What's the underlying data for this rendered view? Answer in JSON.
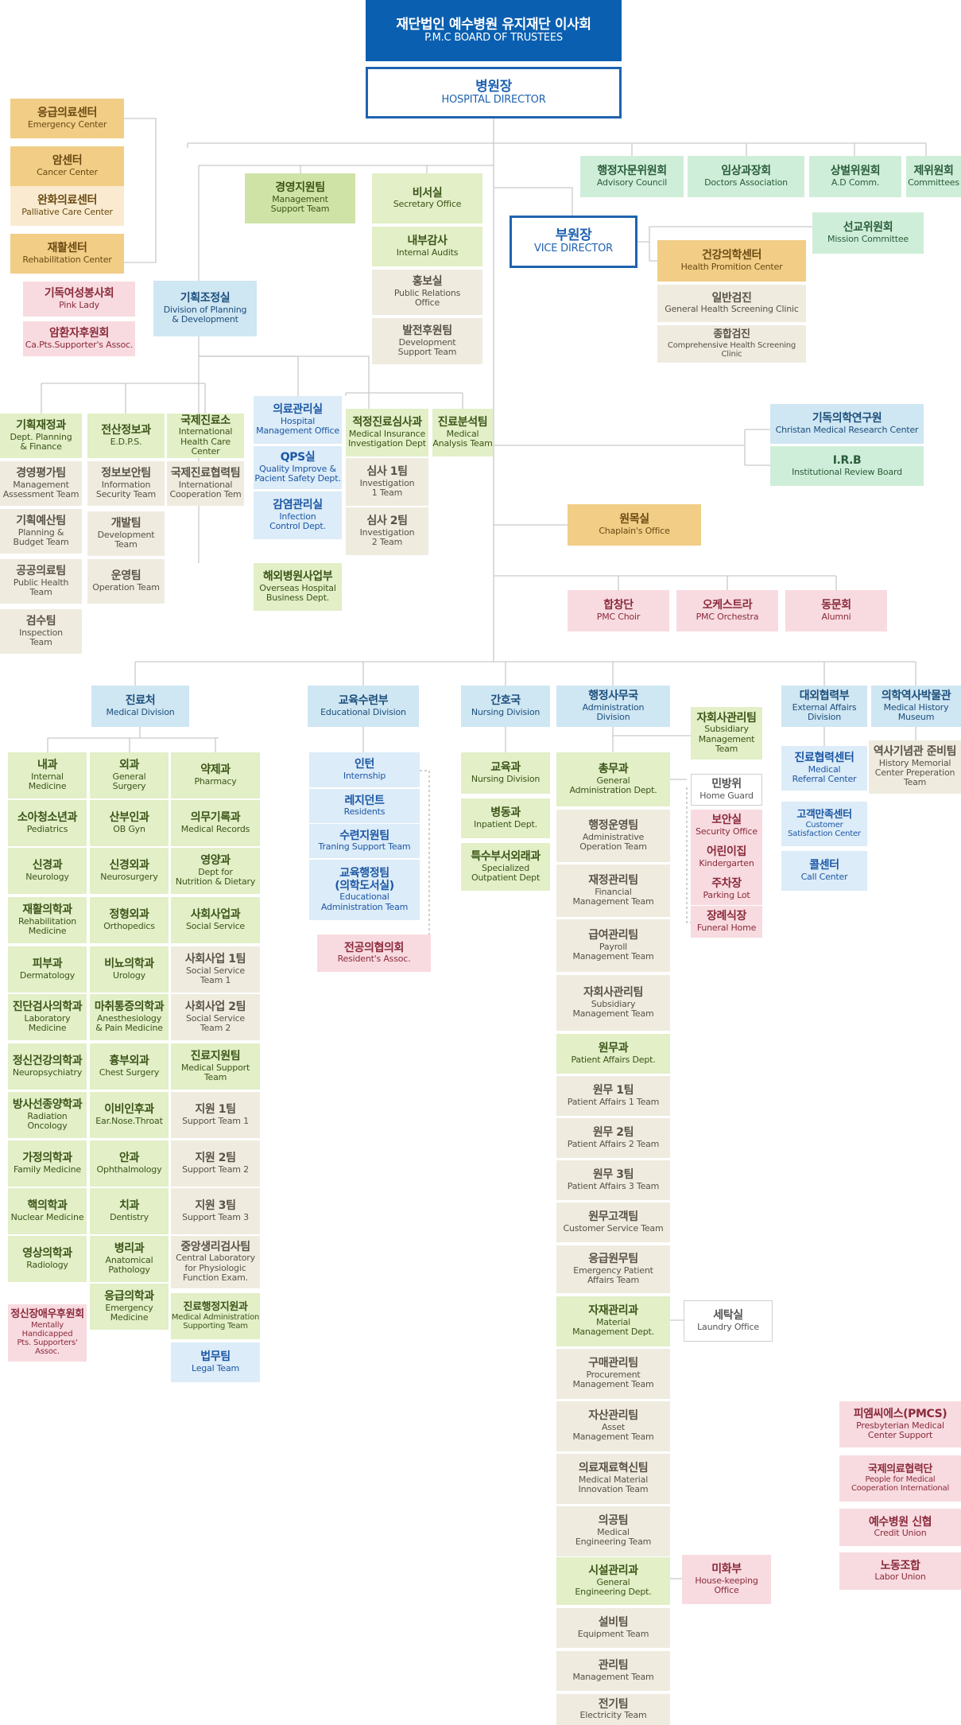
{
  "nodes": [
    {
      "id": "board",
      "ko": "재단법인 예수병원 유지재단 이사회",
      "en": "P.M.C BOARD OF TRUSTEES",
      "c": "top",
      "v": "big"
    },
    {
      "id": "director",
      "ko": "병원장",
      "en": "HOSPITAL DIRECTOR",
      "c": "dir",
      "v": "big"
    },
    {
      "id": "emergency",
      "ko": "응급의료센터",
      "en": "Emergency Center",
      "c": "or"
    },
    {
      "id": "cancer",
      "ko": "암센터",
      "en": "Cancer Center",
      "c": "or"
    },
    {
      "id": "palliative",
      "ko": "완화의료센터",
      "en": "Palliative Care Center",
      "c": "orl"
    },
    {
      "id": "rehab_center",
      "ko": "재활센터",
      "en": "Rehabilitation Center",
      "c": "or"
    },
    {
      "id": "pink_lady",
      "ko": "기독여성봉사회",
      "en": "Pink Lady",
      "c": "pink"
    },
    {
      "id": "ca_pts",
      "ko": "암환자후원회",
      "en": "Ca.Pts.Supporter's Assoc.",
      "c": "pink"
    },
    {
      "id": "mgmt_support",
      "ko": "경영지원팀",
      "en": "Management\nSupport Team",
      "c": "lgr"
    },
    {
      "id": "secretary",
      "ko": "비서실",
      "en": "Secretary Office",
      "c": "gr"
    },
    {
      "id": "internal_audit",
      "ko": "내부감사",
      "en": "Internal Audits",
      "c": "gr"
    },
    {
      "id": "pr",
      "ko": "홍보실",
      "en": "Public Relations\nOffice",
      "c": "beige"
    },
    {
      "id": "dev_support",
      "ko": "발전후원팀",
      "en": "Development\nSupport Team",
      "c": "beige"
    },
    {
      "id": "advisory",
      "ko": "행정자문위원회",
      "en": "Advisory Council",
      "c": "grn"
    },
    {
      "id": "doctors_assoc",
      "ko": "임상과장회",
      "en": "Doctors Association",
      "c": "grn"
    },
    {
      "id": "ad_comm",
      "ko": "상벌위원회",
      "en": "A.D Comm.",
      "c": "grn"
    },
    {
      "id": "committees",
      "ko": "제위원회",
      "en": "Committees",
      "c": "grn"
    },
    {
      "id": "vice_director",
      "ko": "부원장",
      "en": "VICE DIRECTOR",
      "c": "dir",
      "v": "big"
    },
    {
      "id": "mission_comm",
      "ko": "선교위원회",
      "en": "Mission Committee",
      "c": "grn"
    },
    {
      "id": "health_promo",
      "ko": "건강의학센터",
      "en": "Health Promition Center",
      "c": "or"
    },
    {
      "id": "general_screening",
      "ko": "일반검진",
      "en": "General Health Screening Clinic",
      "c": "beige"
    },
    {
      "id": "comp_screening",
      "ko": "종합검진",
      "en": "Comprehensive Health Screening Clinic",
      "c": "beige",
      "v": "small"
    },
    {
      "id": "planning_div",
      "ko": "기획조정실",
      "en": "Division of Planning\n& Development",
      "c": "blue"
    },
    {
      "id": "dept_planning",
      "ko": "기획재정과",
      "en": "Dept. Planning\n& Finance",
      "c": "gr"
    },
    {
      "id": "mgmt_assess",
      "ko": "경영평가팀",
      "en": "Management\nAssessment Team",
      "c": "beige"
    },
    {
      "id": "planning_budget",
      "ko": "기획예산팀",
      "en": "Planning &\nBudget Team",
      "c": "beige"
    },
    {
      "id": "public_health",
      "ko": "공공의료팀",
      "en": "Public Health\nTeam",
      "c": "beige"
    },
    {
      "id": "inspection",
      "ko": "검수팀",
      "en": "Inspection\nTeam",
      "c": "beige"
    },
    {
      "id": "edps",
      "ko": "전산정보과",
      "en": "E.D.P.S.",
      "c": "gr"
    },
    {
      "id": "info_security",
      "ko": "정보보안팀",
      "en": "Information\nSecurity Team",
      "c": "beige"
    },
    {
      "id": "dev_team",
      "ko": "개발팀",
      "en": "Development\nTeam",
      "c": "beige"
    },
    {
      "id": "operation_team",
      "ko": "운영팀",
      "en": "Operation Team",
      "c": "beige"
    },
    {
      "id": "intl_hc",
      "ko": "국제진료소",
      "en": "International\nHealth Care Center",
      "c": "gr"
    },
    {
      "id": "intl_coop_team",
      "ko": "국제진료협력팀",
      "en": "International\nCooperation Tem",
      "c": "beige"
    },
    {
      "id": "hospital_mgmt",
      "ko": "의료관리실",
      "en": "Hospital\nManagement Office",
      "c": "blb"
    },
    {
      "id": "qps",
      "ko": "QPS실",
      "en": "Quality Improve &\nPacient Safety Dept.",
      "c": "blb"
    },
    {
      "id": "infection",
      "ko": "감염관리실",
      "en": "Infection\nControl Dept.",
      "c": "blb"
    },
    {
      "id": "overseas",
      "ko": "해외병원사업부",
      "en": "Overseas Hospital\nBusiness Dept.",
      "c": "gr"
    },
    {
      "id": "insurance_invest",
      "ko": "적정진료심사과",
      "en": "Medical Insurance\nInvestigation Dept",
      "c": "gr"
    },
    {
      "id": "invest1",
      "ko": "심사 1팀",
      "en": "Investigation\n1 Team",
      "c": "beige"
    },
    {
      "id": "invest2",
      "ko": "심사 2팀",
      "en": "Investigation\n2 Team",
      "c": "beige"
    },
    {
      "id": "analysis",
      "ko": "진료분석팀",
      "en": "Medical\nAnalysis Team",
      "c": "gr"
    },
    {
      "id": "cmrc",
      "ko": "기독의학연구원",
      "en": "Christan Medical Research Center",
      "c": "blue"
    },
    {
      "id": "irb",
      "ko": "I.R.B",
      "en": "Institutional Review Board",
      "c": "grn"
    },
    {
      "id": "chaplain",
      "ko": "원목실",
      "en": "Chaplain's Office",
      "c": "or"
    },
    {
      "id": "choir",
      "ko": "합창단",
      "en": "PMC Choir",
      "c": "pink"
    },
    {
      "id": "orchestra",
      "ko": "오케스트라",
      "en": "PMC Orchestra",
      "c": "pink"
    },
    {
      "id": "alumni",
      "ko": "동문회",
      "en": "Alumni",
      "c": "pink"
    },
    {
      "id": "medical_div",
      "ko": "진료처",
      "en": "Medical Division",
      "c": "blue"
    },
    {
      "id": "internal_med",
      "ko": "내과",
      "en": "Internal\nMedicine",
      "c": "gr"
    },
    {
      "id": "pediatrics",
      "ko": "소아청소년과",
      "en": "Pediatrics",
      "c": "gr"
    },
    {
      "id": "neurology",
      "ko": "신경과",
      "en": "Neurology",
      "c": "gr"
    },
    {
      "id": "rehab_med",
      "ko": "재활의학과",
      "en": "Rehabilitation\nMedicine",
      "c": "gr"
    },
    {
      "id": "dermatology",
      "ko": "피부과",
      "en": "Dermatology",
      "c": "gr"
    },
    {
      "id": "lab_med",
      "ko": "진단검사의학과",
      "en": "Laboratory\nMedicine",
      "c": "gr"
    },
    {
      "id": "neuropsych",
      "ko": "정신건강의학과",
      "en": "Neuropsychiatry",
      "c": "gr"
    },
    {
      "id": "radiation",
      "ko": "방사선종양학과",
      "en": "Radiation\nOncology",
      "c": "gr"
    },
    {
      "id": "family_med",
      "ko": "가정의학과",
      "en": "Family Medicine",
      "c": "gr"
    },
    {
      "id": "nuclear_med",
      "ko": "핵의학과",
      "en": "Nuclear Medicine",
      "c": "gr"
    },
    {
      "id": "radiology",
      "ko": "영상의학과",
      "en": "Radiology",
      "c": "gr"
    },
    {
      "id": "mental_hc",
      "ko": "정신장애우후원회",
      "en": "Mentally\nHandicapped\nPts. Supporters'\nAssoc.",
      "c": "pink",
      "v": "small"
    },
    {
      "id": "surgery",
      "ko": "외과",
      "en": "General\nSurgery",
      "c": "gr"
    },
    {
      "id": "obgyn",
      "ko": "산부인과",
      "en": "OB Gyn",
      "c": "gr"
    },
    {
      "id": "neurosurgery",
      "ko": "신경외과",
      "en": "Neurosurgery",
      "c": "gr"
    },
    {
      "id": "orthopedics",
      "ko": "정형외과",
      "en": "Orthopedics",
      "c": "gr"
    },
    {
      "id": "urology",
      "ko": "비뇨의학과",
      "en": "Urology",
      "c": "gr"
    },
    {
      "id": "anesthesiology",
      "ko": "마취통증의학과",
      "en": "Anesthesiology\n& Pain Medicine",
      "c": "gr"
    },
    {
      "id": "chest_surgery",
      "ko": "흉부외과",
      "en": "Chest Surgery",
      "c": "gr"
    },
    {
      "id": "ent",
      "ko": "이비인후과",
      "en": "Ear.Nose.Throat",
      "c": "gr"
    },
    {
      "id": "ophthalmology",
      "ko": "안과",
      "en": "Ophthalmology",
      "c": "gr"
    },
    {
      "id": "dentistry",
      "ko": "치과",
      "en": "Dentistry",
      "c": "gr"
    },
    {
      "id": "pathology",
      "ko": "병리과",
      "en": "Anatomical\nPathology",
      "c": "gr"
    },
    {
      "id": "emergency_med",
      "ko": "응급의학과",
      "en": "Emergency\nMedicine",
      "c": "gr"
    },
    {
      "id": "pharmacy",
      "ko": "약제과",
      "en": "Pharmacy",
      "c": "gr"
    },
    {
      "id": "med_records",
      "ko": "의무기록과",
      "en": "Medical Records",
      "c": "gr"
    },
    {
      "id": "nutrition",
      "ko": "영양과",
      "en": "Dept for\nNutrition & Dietary",
      "c": "gr"
    },
    {
      "id": "social_service",
      "ko": "사회사업과",
      "en": "Social Service",
      "c": "gr"
    },
    {
      "id": "social1",
      "ko": "사회사업 1팀",
      "en": "Social Service\nTeam 1",
      "c": "beige"
    },
    {
      "id": "social2",
      "ko": "사회사업 2팀",
      "en": "Social Service\nTeam 2",
      "c": "beige"
    },
    {
      "id": "med_support",
      "ko": "진료지원팀",
      "en": "Medical Support\nTeam",
      "c": "gr"
    },
    {
      "id": "support1",
      "ko": "지원 1팀",
      "en": "Support Team 1",
      "c": "beige"
    },
    {
      "id": "support2",
      "ko": "지원 2팀",
      "en": "Support Team 2",
      "c": "beige"
    },
    {
      "id": "support3",
      "ko": "지원 3팀",
      "en": "Support Team 3",
      "c": "beige"
    },
    {
      "id": "central_lab",
      "ko": "중앙생리검사팀",
      "en": "Central Laboratory\nfor Physiologic\nFunction Exam.",
      "c": "beige"
    },
    {
      "id": "med_admin_support",
      "ko": "진료행정지원과",
      "en": "Medical Administration\nSupporting Team",
      "c": "gr",
      "v": "small"
    },
    {
      "id": "legal",
      "ko": "법무팀",
      "en": "Legal Team",
      "c": "blb"
    },
    {
      "id": "edu_div",
      "ko": "교육수련부",
      "en": "Educational Division",
      "c": "blue"
    },
    {
      "id": "internship",
      "ko": "인턴",
      "en": "Internship",
      "c": "blb"
    },
    {
      "id": "residents",
      "ko": "레지던트",
      "en": "Residents",
      "c": "blb"
    },
    {
      "id": "training_support",
      "ko": "수련지원팀",
      "en": "Traning Support Team",
      "c": "blb"
    },
    {
      "id": "edu_admin",
      "ko": "교육행정팀\n(의학도서실)",
      "en": "Educational\nAdministration Team",
      "c": "blb"
    },
    {
      "id": "residents_assoc",
      "ko": "전공의협의회",
      "en": "Resident's Assoc.",
      "c": "pink"
    },
    {
      "id": "nursing_div",
      "ko": "간호국",
      "en": "Nursing Division",
      "c": "blue"
    },
    {
      "id": "nursing_edu",
      "ko": "교육과",
      "en": "Nursing Division",
      "c": "gr"
    },
    {
      "id": "inpatient",
      "ko": "병동과",
      "en": "Inpatient Dept.",
      "c": "gr"
    },
    {
      "id": "specialized_op",
      "ko": "특수부서외래과",
      "en": "Specialized\nOutpatient Dept",
      "c": "gr"
    },
    {
      "id": "admin_div",
      "ko": "행정사무국",
      "en": "Administration\nDivision",
      "c": "blue"
    },
    {
      "id": "subsidiary_top",
      "ko": "자회사관리팀",
      "en": "Subsidiary\nManagement\nTeam",
      "c": "gr"
    },
    {
      "id": "general_admin",
      "ko": "총무과",
      "en": "General\nAdministration Dept.",
      "c": "gr"
    },
    {
      "id": "admin_op",
      "ko": "행정운영팀",
      "en": "Administrative\nOperation Team",
      "c": "beige"
    },
    {
      "id": "financial",
      "ko": "재정관리팀",
      "en": "Financial\nManagement Team",
      "c": "beige"
    },
    {
      "id": "payroll",
      "ko": "급여관리팀",
      "en": "Payroll\nManagement Team",
      "c": "beige"
    },
    {
      "id": "subsidiary2",
      "ko": "자회사관리팀",
      "en": "Subsidiary\nManagement Team",
      "c": "beige"
    },
    {
      "id": "patient_affairs",
      "ko": "원무과",
      "en": "Patient Affairs Dept.",
      "c": "gr"
    },
    {
      "id": "pa1",
      "ko": "원무 1팀",
      "en": "Patient Affairs 1 Team",
      "c": "beige"
    },
    {
      "id": "pa2",
      "ko": "원무 2팀",
      "en": "Patient Affairs 2 Team",
      "c": "beige"
    },
    {
      "id": "pa3",
      "ko": "원무 3팀",
      "en": "Patient Affairs 3 Team",
      "c": "beige"
    },
    {
      "id": "customer_service",
      "ko": "원무고객팀",
      "en": "Customer Service Team",
      "c": "beige"
    },
    {
      "id": "emergency_pa",
      "ko": "응급원무팀",
      "en": "Emergency Patient\nAffairs Team",
      "c": "beige"
    },
    {
      "id": "material_mgmt",
      "ko": "자재관리과",
      "en": "Material\nManagement Dept.",
      "c": "gr"
    },
    {
      "id": "procurement",
      "ko": "구매관리팀",
      "en": "Procurement\nManagement Team",
      "c": "beige"
    },
    {
      "id": "asset",
      "ko": "자산관리팀",
      "en": "Asset\nManagement Team",
      "c": "beige"
    },
    {
      "id": "med_material",
      "ko": "의료재료혁신팀",
      "en": "Medical Material\nInnovation Team",
      "c": "beige"
    },
    {
      "id": "med_engineering",
      "ko": "의공팀",
      "en": "Medical\nEngineering Team",
      "c": "beige"
    },
    {
      "id": "facility",
      "ko": "시설관리과",
      "en": "General\nEngineering Dept.",
      "c": "gr"
    },
    {
      "id": "equipment",
      "ko": "설비팀",
      "en": "Equipment Team",
      "c": "beige"
    },
    {
      "id": "management_team",
      "ko": "관리팀",
      "en": "Management Team",
      "c": "beige"
    },
    {
      "id": "electricity",
      "ko": "전기팀",
      "en": "Electricity Team",
      "c": "beige"
    },
    {
      "id": "home_guard",
      "ko": "민방위",
      "en": "Home Guard",
      "c": "white"
    },
    {
      "id": "security",
      "ko": "보안실",
      "en": "Security Office",
      "c": "pink"
    },
    {
      "id": "kindergarten",
      "ko": "어린이집",
      "en": "Kindergarten",
      "c": "pink"
    },
    {
      "id": "parking",
      "ko": "주차장",
      "en": "Parking Lot",
      "c": "pink"
    },
    {
      "id": "funeral",
      "ko": "장례식장",
      "en": "Funeral Home",
      "c": "pink"
    },
    {
      "id": "laundry",
      "ko": "세탁실",
      "en": "Laundry Office",
      "c": "white"
    },
    {
      "id": "housekeeping",
      "ko": "미화부",
      "en": "House-keeping\nOffice",
      "c": "pink"
    },
    {
      "id": "external_affairs",
      "ko": "대외협력부",
      "en": "External Affairs\nDivision",
      "c": "blue"
    },
    {
      "id": "referral",
      "ko": "진료협력센터",
      "en": "Medical\nReferral Center",
      "c": "blb"
    },
    {
      "id": "customer_sat",
      "ko": "고객만족센터",
      "en": "Customer\nSatisfaction Center",
      "c": "blb",
      "v": "small"
    },
    {
      "id": "call_center",
      "ko": "콜센터",
      "en": "Call Center",
      "c": "blb"
    },
    {
      "id": "museum",
      "ko": "의학역사박물관",
      "en": "Medical History\nMuseum",
      "c": "blue"
    },
    {
      "id": "history_memorial",
      "ko": "역사기념관 준비팀",
      "en": "History Memorial\nCenter Preperation\nTeam",
      "c": "beige"
    },
    {
      "id": "pmcs",
      "ko": "피엠씨에스(PMCS)",
      "en": "Presbyterian Medical\nCenter Support",
      "c": "pink"
    },
    {
      "id": "intl_coop",
      "ko": "국제의료협력단",
      "en": "People for Medical\nCooperation International",
      "c": "pink",
      "v": "small"
    },
    {
      "id": "credit_union",
      "ko": "예수병원 신협",
      "en": "Credit Union",
      "c": "pink"
    },
    {
      "id": "labor_union",
      "ko": "노동조합",
      "en": "Labor Union",
      "c": "pink"
    }
  ]
}
